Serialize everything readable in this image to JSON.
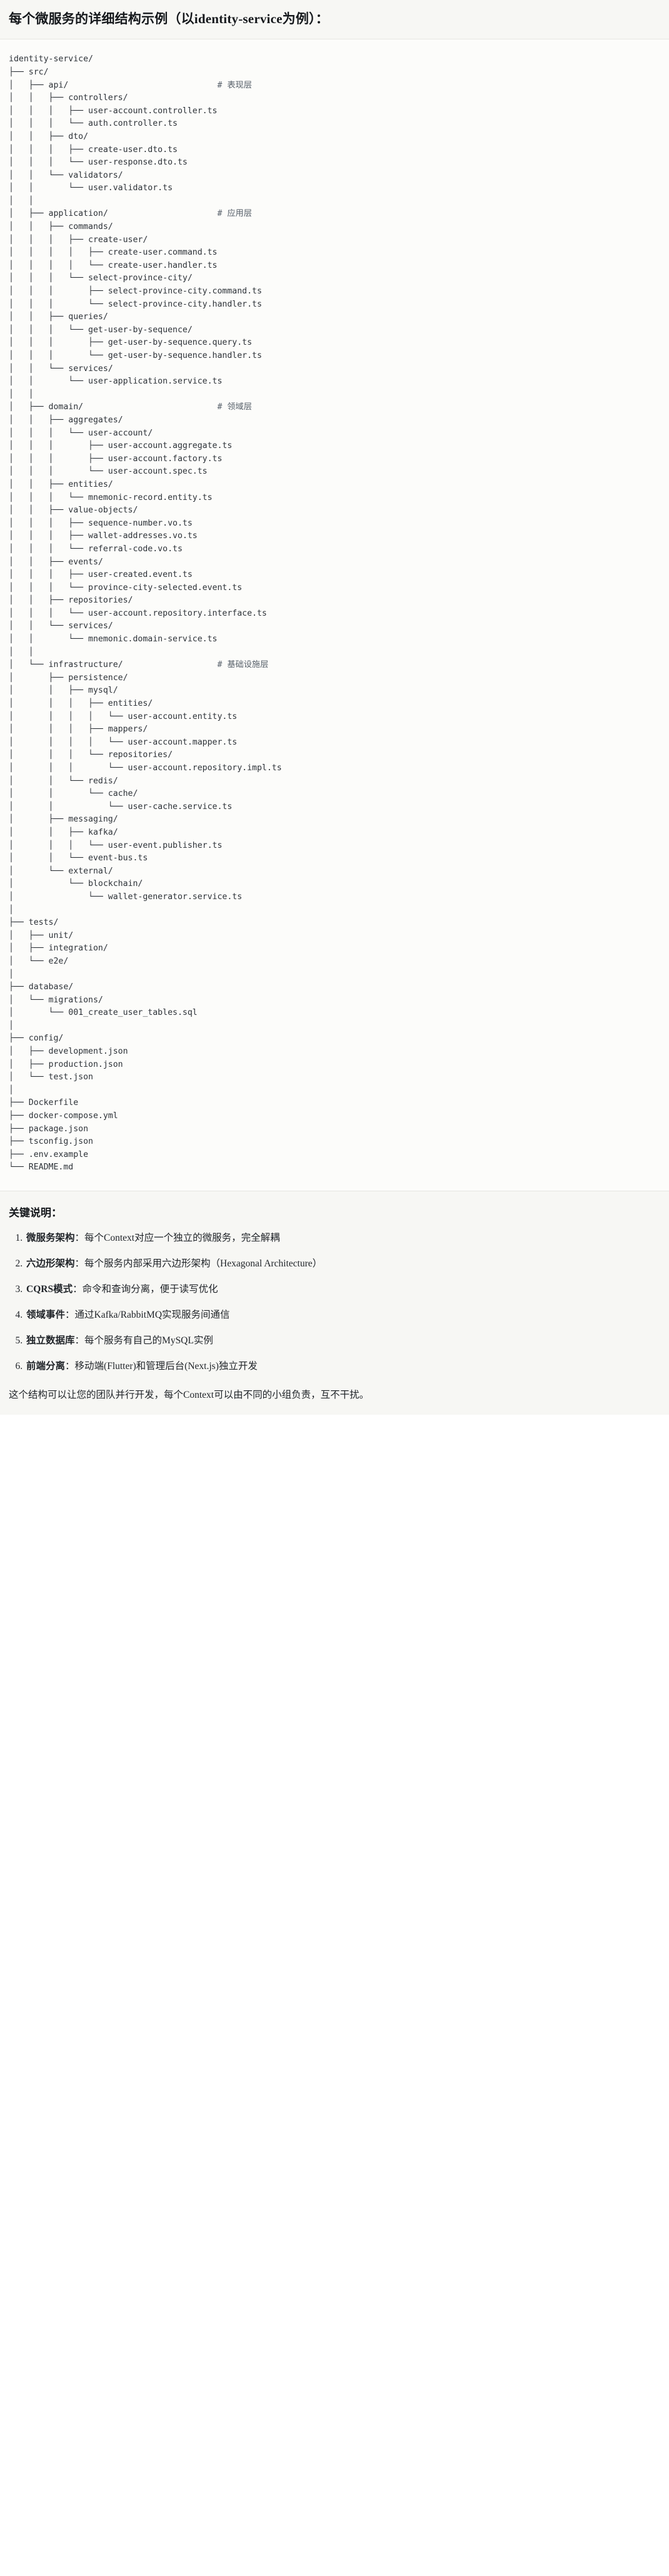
{
  "document": {
    "title": "每个微服务的详细结构示例（以identity-service为例）：",
    "tree_root": "identity-service/",
    "tree_text": "identity-service/\n├── src/\n│   ├── api/                              # 表现层\n│   │   ├── controllers/\n│   │   │   ├── user-account.controller.ts\n│   │   │   └── auth.controller.ts\n│   │   ├── dto/\n│   │   │   ├── create-user.dto.ts\n│   │   │   └── user-response.dto.ts\n│   │   └── validators/\n│   │       └── user.validator.ts\n│   │\n│   ├── application/                      # 应用层\n│   │   ├── commands/\n│   │   │   ├── create-user/\n│   │   │   │   ├── create-user.command.ts\n│   │   │   │   └── create-user.handler.ts\n│   │   │   └── select-province-city/\n│   │   │       ├── select-province-city.command.ts\n│   │   │       └── select-province-city.handler.ts\n│   │   ├── queries/\n│   │   │   └── get-user-by-sequence/\n│   │   │       ├── get-user-by-sequence.query.ts\n│   │   │       └── get-user-by-sequence.handler.ts\n│   │   └── services/\n│   │       └── user-application.service.ts\n│   │\n│   ├── domain/                           # 领域层\n│   │   ├── aggregates/\n│   │   │   └── user-account/\n│   │   │       ├── user-account.aggregate.ts\n│   │   │       ├── user-account.factory.ts\n│   │   │       └── user-account.spec.ts\n│   │   ├── entities/\n│   │   │   └── mnemonic-record.entity.ts\n│   │   ├── value-objects/\n│   │   │   ├── sequence-number.vo.ts\n│   │   │   ├── wallet-addresses.vo.ts\n│   │   │   └── referral-code.vo.ts\n│   │   ├── events/\n│   │   │   ├── user-created.event.ts\n│   │   │   └── province-city-selected.event.ts\n│   │   ├── repositories/\n│   │   │   └── user-account.repository.interface.ts\n│   │   └── services/\n│   │       └── mnemonic.domain-service.ts\n│   │\n│   └── infrastructure/                   # 基础设施层\n│       ├── persistence/\n│       │   ├── mysql/\n│       │   │   ├── entities/\n│       │   │   │   └── user-account.entity.ts\n│       │   │   ├── mappers/\n│       │   │   │   └── user-account.mapper.ts\n│       │   │   └── repositories/\n│       │   │       └── user-account.repository.impl.ts\n│       │   └── redis/\n│       │       └── cache/\n│       │           └── user-cache.service.ts\n│       ├── messaging/\n│       │   ├── kafka/\n│       │   │   └── user-event.publisher.ts\n│       │   └── event-bus.ts\n│       └── external/\n│           └── blockchain/\n│               └── wallet-generator.service.ts\n│\n├── tests/\n│   ├── unit/\n│   ├── integration/\n│   └── e2e/\n│\n├── database/\n│   └── migrations/\n│       └── 001_create_user_tables.sql\n│\n├── config/\n│   ├── development.json\n│   ├── production.json\n│   └── test.json\n│\n├── Dockerfile\n├── docker-compose.yml\n├── package.json\n├── tsconfig.json\n├── .env.example\n└── README.md",
    "layer_comments": [
      {
        "path": "api/",
        "comment": "# 表现层"
      },
      {
        "path": "application/",
        "comment": "# 应用层"
      },
      {
        "path": "domain/",
        "comment": "# 领域层"
      },
      {
        "path": "infrastructure/",
        "comment": "# 基础设施层"
      }
    ]
  },
  "notes": {
    "heading": "关键说明：",
    "items": [
      {
        "term": "微服务架构",
        "sep": "：",
        "desc": "每个Context对应一个独立的微服务，完全解耦"
      },
      {
        "term": "六边形架构",
        "sep": "：",
        "desc": "每个服务内部采用六边形架构（Hexagonal Architecture）"
      },
      {
        "term": "CQRS模式",
        "sep": "：",
        "desc": "命令和查询分离，便于读写优化"
      },
      {
        "term": "领域事件",
        "sep": "：",
        "desc": "通过Kafka/RabbitMQ实现服务间通信"
      },
      {
        "term": "独立数据库",
        "sep": "：",
        "desc": "每个服务有自己的MySQL实例"
      },
      {
        "term": "前端分离",
        "sep": "：",
        "desc": "移动端(Flutter)和管理后台(Next.js)独立开发"
      }
    ],
    "closing": "这个结构可以让您的团队并行开发，每个Context可以由不同的小组负责，互不干扰。"
  },
  "colors": {
    "page_bg": "#ffffff",
    "panel_bg": "#f7f7f4",
    "code_bg": "#fcfcfa",
    "text": "#1f2328",
    "comment_text": "#57606a",
    "divider": "#e6e6e2"
  }
}
